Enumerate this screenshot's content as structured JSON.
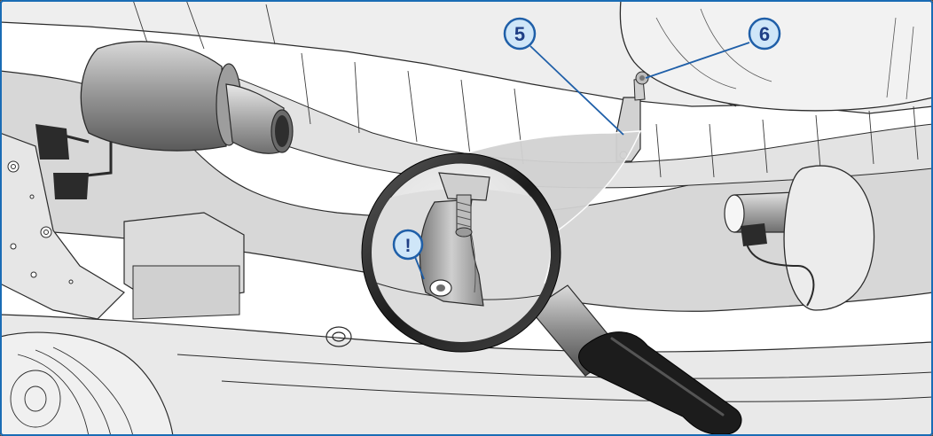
{
  "callouts": [
    {
      "id": "callout-5",
      "label": "5"
    },
    {
      "id": "callout-6",
      "label": "6"
    }
  ],
  "warning_marker": {
    "label": "!"
  },
  "colors": {
    "frame_border": "#1a6cb5",
    "callout_fill": "#cfe6f8",
    "callout_stroke": "#1f5fa8",
    "callout_text": "#1f3f86",
    "body_light": "#e6e6e6",
    "body_mid": "#d3d3d3",
    "body_dark": "#b9b9b9",
    "line": "#2b2b2b",
    "handle": "#1c1c1c"
  },
  "icons": [
    "magnifier-icon",
    "warning-icon",
    "bracket-icon",
    "muffler-icon",
    "bolt-icon"
  ]
}
